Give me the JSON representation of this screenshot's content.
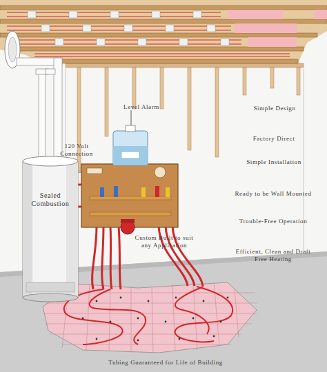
{
  "diagram": {
    "nodes": [
      {
        "text": [
          "Sealed Combustion"
        ]
      }
    ],
    "labels": [
      "Level Alarm",
      "120 Volt Connection",
      "Simple Design",
      "Factory Direct",
      "Simple Installation",
      "Ready to be Wall Mounted",
      "Trouble-Free Operation",
      "Custom Built to suit any Application",
      "Efficient, Clean and Draft Free Heating",
      "Tubing Guaranteed for Life of Building"
    ]
  }
}
